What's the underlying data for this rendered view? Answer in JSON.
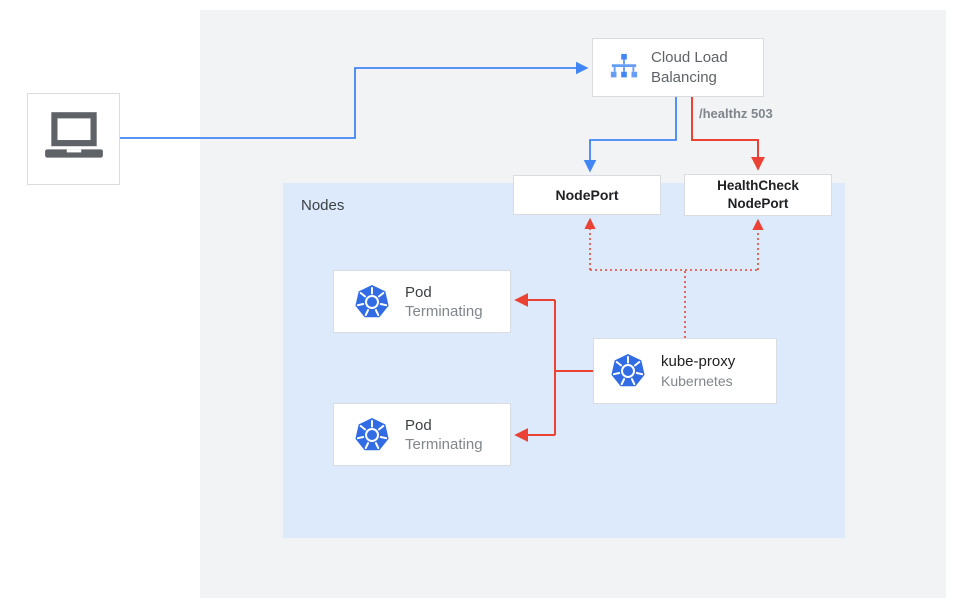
{
  "colors": {
    "blue": "#4285f4",
    "red": "#ea4335",
    "panel": "#f1f3f4",
    "nodes_bg": "#dceafb",
    "border": "#dadce0"
  },
  "clb": {
    "line1": "Cloud Load",
    "line2": "Balancing"
  },
  "health": {
    "label": "/healthz 503"
  },
  "nodeport": {
    "label": "NodePort"
  },
  "healthcheck": {
    "line1": "HealthCheck",
    "line2": "NodePort"
  },
  "nodes": {
    "label": "Nodes"
  },
  "pods": [
    {
      "title": "Pod",
      "status": "Terminating"
    },
    {
      "title": "Pod",
      "status": "Terminating"
    }
  ],
  "kube_proxy": {
    "title": "kube-proxy",
    "subtitle": "Kubernetes"
  },
  "icons": {
    "laptop": "laptop-icon",
    "clb": "cloud-load-balancing-icon",
    "kubernetes": "kubernetes-icon"
  }
}
